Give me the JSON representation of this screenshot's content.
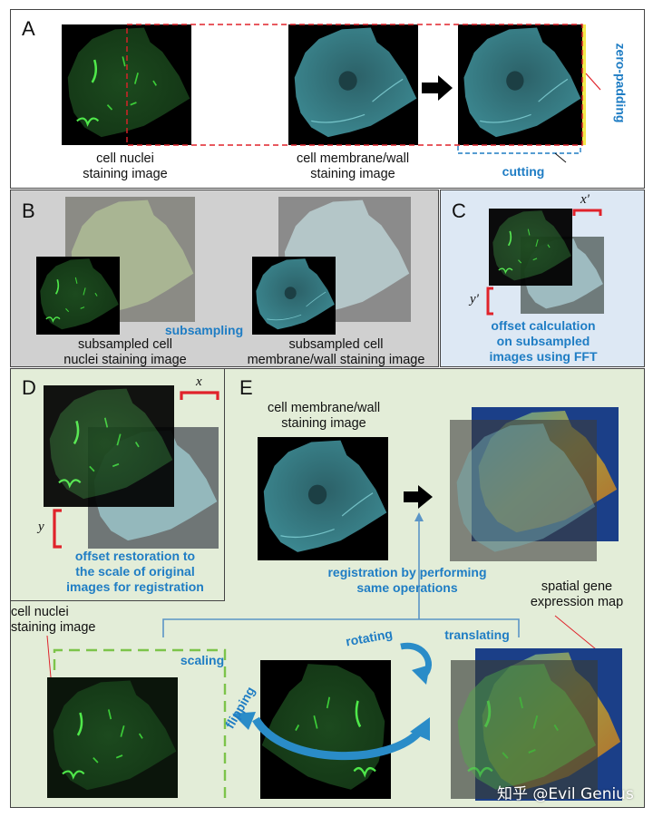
{
  "panels": {
    "a": {
      "letter": "A",
      "nuclei_label": [
        "cell nuclei",
        "staining image"
      ],
      "membrane_label": [
        "cell membrane/wall",
        "staining image"
      ],
      "zero_padding": "zero-padding",
      "cutting": "cutting"
    },
    "b": {
      "letter": "B",
      "subsampling": "subsampling",
      "nuclei_label": [
        "subsampled cell",
        "nuclei staining image"
      ],
      "membrane_label": [
        "subsampled cell",
        "membrane/wall staining image"
      ]
    },
    "c": {
      "letter": "C",
      "x_prime": "x'",
      "y_prime": "y'",
      "caption": [
        "offset calculation",
        "on subsampled",
        "images using FFT"
      ]
    },
    "d": {
      "letter": "D",
      "x": "x",
      "y": "y",
      "caption": [
        "offset restoration to",
        "the scale of original",
        "images for registration"
      ]
    },
    "e": {
      "letter": "E",
      "membrane_label": [
        "cell membrane/wall",
        "staining image"
      ],
      "nuclei_label": [
        "cell nuclei",
        "staining image"
      ],
      "registration": [
        "registration by performing",
        "same operations"
      ],
      "spatial_label": [
        "spatial gene",
        "expression map"
      ],
      "scaling": "scaling",
      "rotating": "rotating",
      "translating": "translating",
      "flipping": "flipping"
    }
  },
  "watermark": "知乎 @Evil Genius",
  "colors": {
    "accent_blue": "#1f7dc4",
    "red_bracket": "#e0222a",
    "panel_b_bg": "#d0d0d0",
    "panel_c_bg": "#dde8f4",
    "panel_de_bg": "#e3edd8",
    "nuclei_green": "#3ed83a",
    "membrane_cyan": "#5ec3c9"
  }
}
